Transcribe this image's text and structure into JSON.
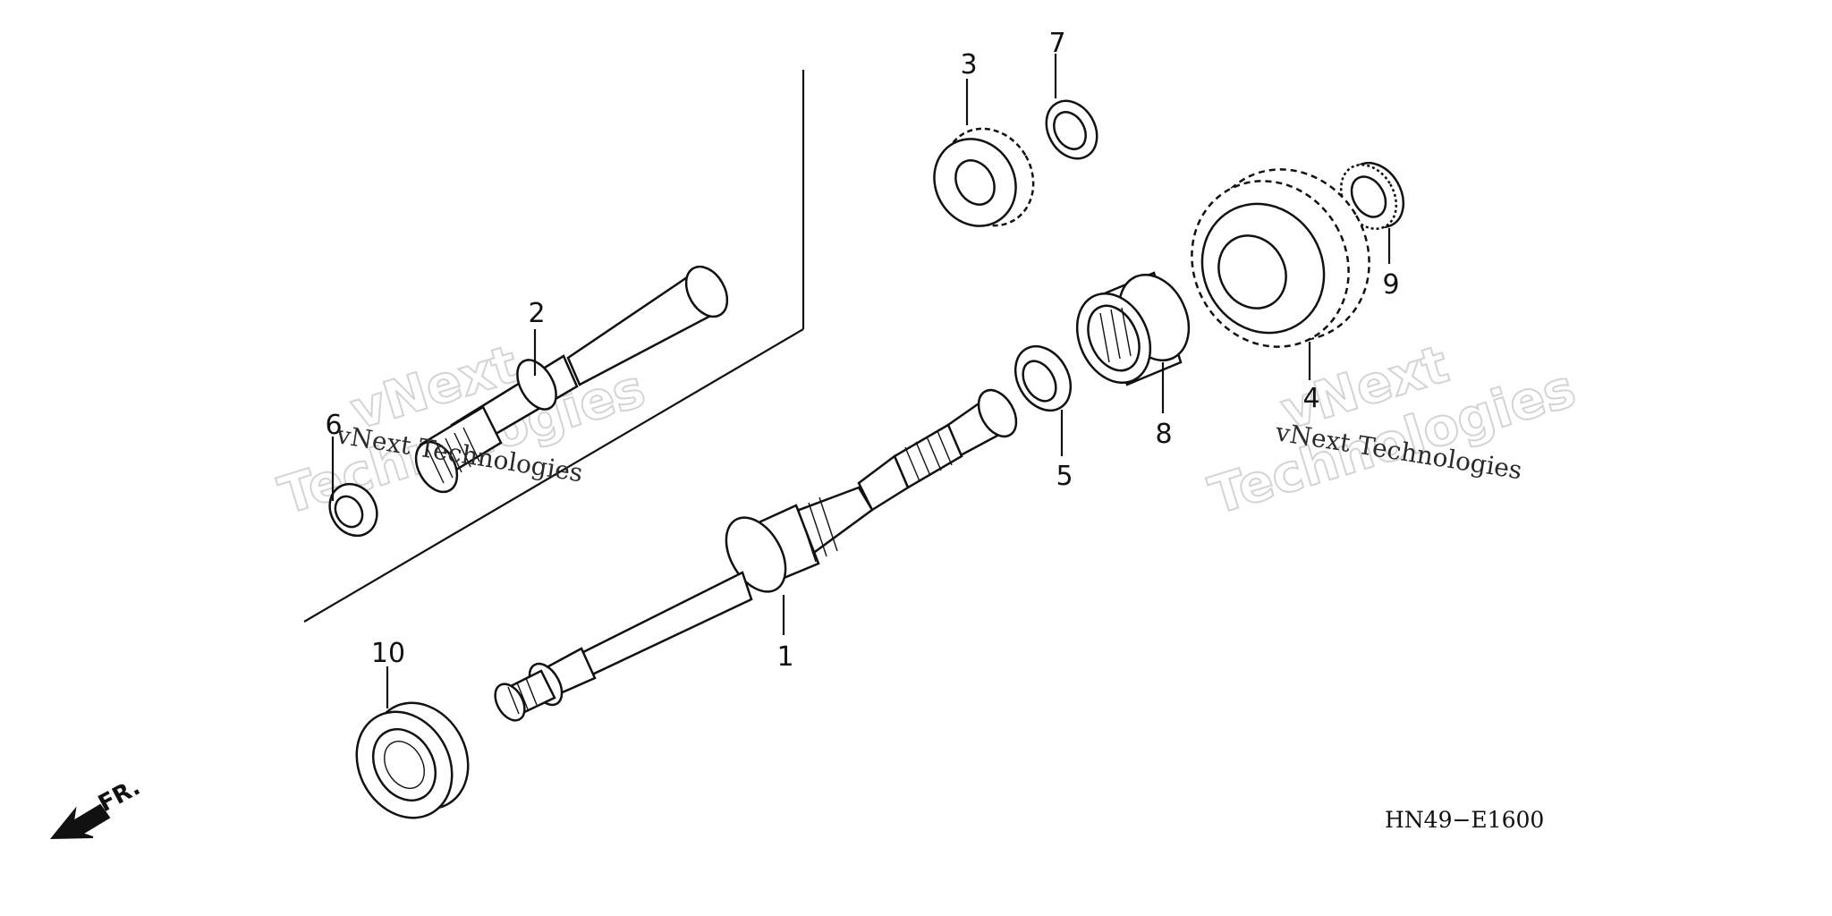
{
  "diagram": {
    "callouts": [
      {
        "id": "1",
        "text": "1"
      },
      {
        "id": "2",
        "text": "2"
      },
      {
        "id": "3",
        "text": "3"
      },
      {
        "id": "4",
        "text": "4"
      },
      {
        "id": "5",
        "text": "5"
      },
      {
        "id": "6",
        "text": "6"
      },
      {
        "id": "7",
        "text": "7"
      },
      {
        "id": "8",
        "text": "8"
      },
      {
        "id": "9",
        "text": "9"
      },
      {
        "id": "10",
        "text": "10"
      }
    ],
    "drawing_code": "HN49−E1600",
    "front_marker": "FR.",
    "watermark": {
      "line1": "vNext",
      "line2": "Technologies",
      "small": "vNext Technologies"
    }
  }
}
